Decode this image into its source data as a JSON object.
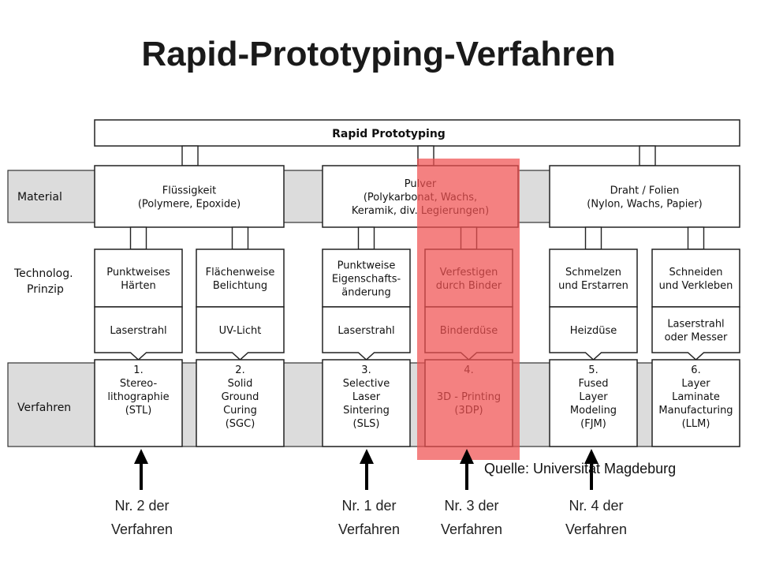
{
  "title": "Rapid-Prototyping-Verfahren",
  "root": "Rapid Prototyping",
  "rows": {
    "material": "Material",
    "prinzip": [
      "Technolog.",
      "Prinzip"
    ],
    "verfahren": "Verfahren"
  },
  "materials": [
    [
      "Flüssigkeit",
      "(Polymere, Epoxide)"
    ],
    [
      "Pulver",
      "(Polykarbonat, Wachs,",
      "Keramik, div. Legierungen)"
    ],
    [
      "Draht / Folien",
      "(Nylon, Wachs, Papier)"
    ]
  ],
  "principles": [
    [
      "Punktweises",
      "Härten"
    ],
    [
      "Flächenweise",
      "Belichtung"
    ],
    [
      "Punktweise",
      "Eigenschafts-",
      "änderung"
    ],
    [
      "Verfestigen",
      "durch Binder"
    ],
    [
      "Schmelzen",
      "und Erstarren"
    ],
    [
      "Schneiden",
      "und Verkleben"
    ]
  ],
  "tools": [
    [
      "Laserstrahl"
    ],
    [
      "UV-Licht"
    ],
    [
      "Laserstrahl"
    ],
    [
      "Binderdüse"
    ],
    [
      "Heizdüse"
    ],
    [
      "Laserstrahl",
      "oder Messer"
    ]
  ],
  "methods": [
    [
      "1.",
      "Stereo-",
      "lithographie",
      "(STL)"
    ],
    [
      "2.",
      "Solid",
      "Ground",
      "Curing",
      "(SGC)"
    ],
    [
      "3.",
      "Selective",
      "Laser",
      "Sintering",
      "(SLS)"
    ],
    [
      "4.",
      "",
      "3D - Printing",
      "(3DP)"
    ],
    [
      "5.",
      "Fused",
      "Layer",
      "Modeling",
      "(FJM)"
    ],
    [
      "6.",
      "Layer",
      "Laminate",
      "Manufacturing",
      "(LLM)"
    ]
  ],
  "source": "Quelle: Universität Magdeburg",
  "annotations": [
    [
      "Nr. 2 der",
      "Verfahren"
    ],
    [
      "Nr. 1 der",
      "Verfahren"
    ],
    [
      "Nr. 3 der",
      "Verfahren"
    ],
    [
      "Nr. 4 der",
      "Verfahren"
    ]
  ],
  "colors": {
    "band": "#dcdcdc",
    "highlight": "#f05050"
  }
}
